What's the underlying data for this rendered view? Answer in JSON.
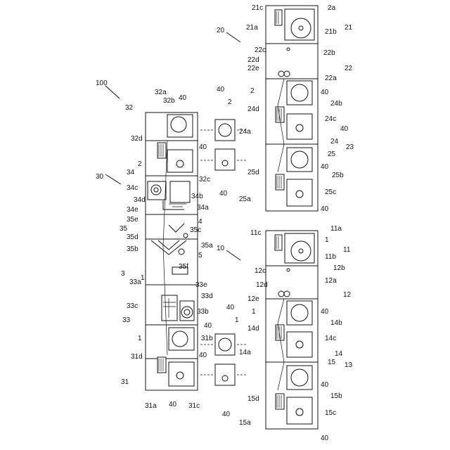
{
  "labels": {
    "sys100": "100",
    "sys30": "30",
    "sys20": "20",
    "sys10": "10",
    "u31": "31",
    "u31a": "31a",
    "u31b": "31b",
    "u31c": "31c",
    "u31d": "31d",
    "u32": "32",
    "u32a": "32a",
    "u32b": "32b",
    "u32c": "32c",
    "u32d": "32d",
    "u33": "33",
    "u33a": "33a",
    "u33b": "33b",
    "u33c": "33c",
    "u33d": "33d",
    "u33e": "33e",
    "u34": "34",
    "u34a": "34a",
    "u34b": "34b",
    "u34c": "34c",
    "u34d": "34d",
    "u34e": "34e",
    "u35": "35",
    "u35a": "35a",
    "u35b": "35b",
    "u35c": "35c",
    "u35d": "35d",
    "u35e": "35e",
    "u35f": "35f",
    "u21": "21",
    "u21a": "21a",
    "u21b": "21b",
    "u21c": "21c",
    "u22": "22",
    "u22a": "22a",
    "u22b": "22b",
    "u22c": "22c",
    "u22d": "22d",
    "u22e": "22e",
    "u23": "23",
    "u24": "24",
    "u24a": "24a",
    "u24b": "24b",
    "u24c": "24c",
    "u24d": "24d",
    "u25": "25",
    "u25a": "25a",
    "u25b": "25b",
    "u25c": "25c",
    "u25d": "25d",
    "u11": "11",
    "u11a": "11a",
    "u11b": "11b",
    "u11c": "11c",
    "u12": "12",
    "u12a": "12a",
    "u12b": "12b",
    "u12c": "12c",
    "u12d": "12d",
    "u12e": "12e",
    "u13": "13",
    "u14": "14",
    "u14a": "14a",
    "u14b": "14b",
    "u14c": "14c",
    "u14d": "14d",
    "u15": "15",
    "u15a": "15a",
    "u15b": "15b",
    "u15c": "15c",
    "u15d": "15d",
    "c40": "40",
    "n1": "1",
    "n2": "2",
    "n3": "3",
    "n4": "4",
    "n5": "5",
    "a2": "2a"
  }
}
